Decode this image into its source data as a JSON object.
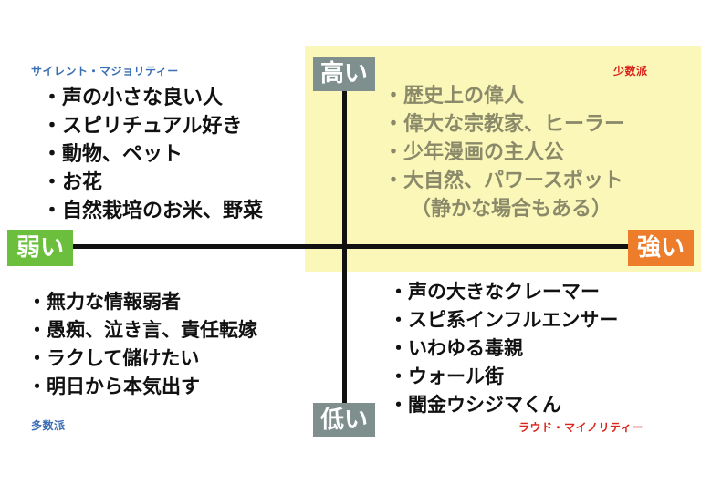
{
  "labels": {
    "high": "高い",
    "low": "低い",
    "weak": "弱い",
    "strong": "強い"
  },
  "groups": {
    "silent_majority": "サイレント・マジョリティー",
    "minority": "少数派",
    "majority": "多数派",
    "loud_minority": "ラウド・マイノリティー"
  },
  "quadrants": {
    "top_left": [
      "・声の小さな良い人",
      "・スピリチュアル好き",
      "・動物、ペット",
      "・お花",
      "・自然栽培のお米、野菜"
    ],
    "top_right": [
      "・歴史上の偉人",
      "・偉大な宗教家、ヒーラー",
      "・少年漫画の主人公",
      "・大自然、パワースポット",
      "（静かな場合もある）"
    ],
    "bottom_left": [
      "・無力な情報弱者",
      "・愚痴、泣き言、責任転嫁",
      "・ラクして儲けたい",
      "・明日から本気出す"
    ],
    "bottom_right": [
      "・声の大きなクレーマー",
      "・スピ系インフルエンサー",
      "・いわゆる毒親",
      "・ウォール街",
      "・闇金ウシジマくん"
    ]
  },
  "colors": {
    "highlight": "#fbf7b8",
    "high_low_label": "#7f8f8e",
    "weak_label": "#6bbf3c",
    "strong_label": "#ee7d2b",
    "blue_text": "#3a6fb5",
    "red_text": "#d9241b"
  }
}
